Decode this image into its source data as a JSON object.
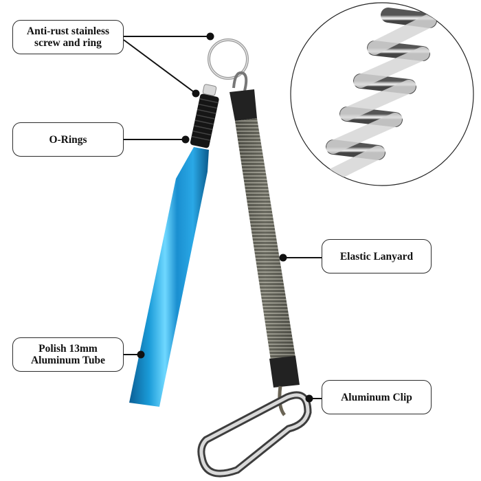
{
  "callouts": {
    "screw_ring": "Anti-rust stainless\nscrew and ring",
    "o_rings": "O-Rings",
    "tube": "Polish 13mm\nAluminum Tube",
    "lanyard": "Elastic Lanyard",
    "clip": "Aluminum Clip"
  },
  "colors": {
    "tube_blue": "#1a9bd8",
    "tube_highlight": "#5fd0ff",
    "oring_black": "#151515",
    "spring_gray": "#6b6b60",
    "metal_silver": "#c8c8c8",
    "callout_border": "#2a2a2a"
  }
}
